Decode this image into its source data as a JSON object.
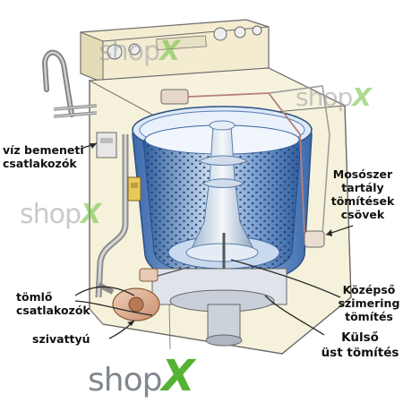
{
  "labels": {
    "water_inlet": "víz bemeneti\ncsatlakozók",
    "detergent": "Mosószer\ntartály\ntömítések\ncsövek",
    "hose": "tömlő\ncsatlakozók",
    "center": "Középső\nszimering\ntömítés",
    "pump": "szivattyú",
    "outer": "Külső\nüst tömítés"
  },
  "watermark": {
    "text": "shop",
    "mark": "X"
  },
  "colors": {
    "cabinet": "#f4efd6",
    "tub": "#4f79b8",
    "tub_light": "#cfe0f2",
    "outline": "#5a5a5a",
    "leader": "#333333",
    "brand_green": "#4caf2a"
  }
}
